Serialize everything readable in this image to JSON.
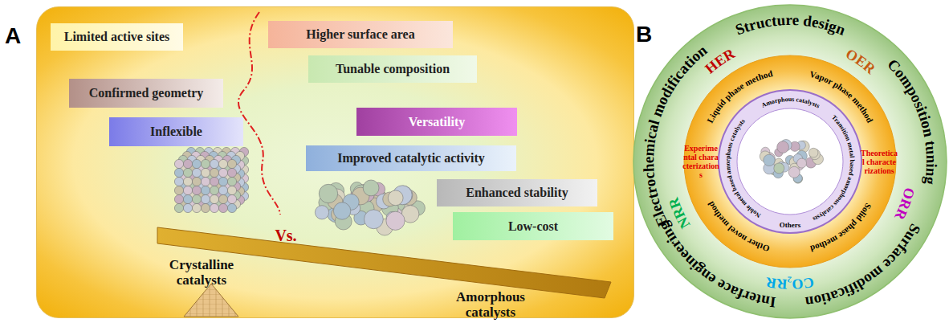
{
  "diagram": {
    "nodes": [
      {
        "text": [
          "A"
        ]
      },
      {
        "text": [
          "Limited active sites"
        ],
        "in": 0
      },
      {
        "text": [
          "Higher surface area"
        ],
        "in": 0
      },
      {
        "text": [
          "Confirmed geometry"
        ],
        "in": 0
      },
      {
        "text": [
          "Tunable composition"
        ],
        "in": 0
      },
      {
        "text": [
          "Inflexible"
        ],
        "in": 0
      },
      {
        "text": [
          "Versatility"
        ],
        "in": 0
      },
      {
        "text": [
          "Improved catalytic activity"
        ],
        "in": 0
      },
      {
        "text": [
          "Enhanced stability"
        ],
        "in": 0
      },
      {
        "text": [
          "Low-cost"
        ],
        "in": 0
      },
      {
        "text": [
          "B",
          "Structure design",
          "OER",
          "Composition tuning",
          "ORR",
          "Surface modification",
          "CO₂RR",
          "Interface engineering",
          "NRR",
          "Electrochemical modification",
          "HER"
        ]
      },
      {
        "text": [
          "Liquid phase method",
          "Vapor phase method",
          "Theoretical characterizations",
          "Solid phase method",
          "Other novel method",
          "Experimental characterizations"
        ],
        "in": 10
      },
      {
        "text": [
          "Amorphous catalysts",
          "Transition metal based amorphous catalysts",
          "Others",
          "Noble metal based amorphous catalysts"
        ],
        "in": 11
      }
    ],
    "labels": [
      "Crystalline catalysts",
      "Vs.",
      "Amorphous catalysts"
    ]
  }
}
